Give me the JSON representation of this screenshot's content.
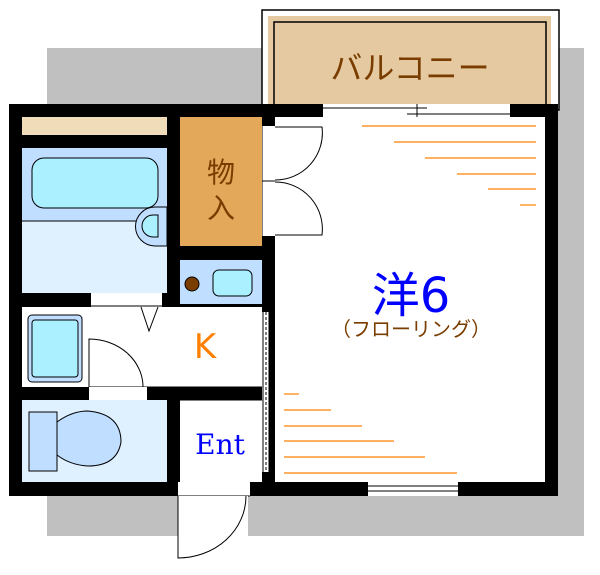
{
  "rooms": {
    "balcony": "バルコニー",
    "storage": [
      "物",
      "入"
    ],
    "kitchen": "K",
    "entrance": "Ent",
    "western_room": "洋6",
    "flooring": "（フローリング）"
  },
  "colors": {
    "wall": "#000000",
    "shadow": "#c0c0c0",
    "balcony": "#e5c9a0",
    "storage": "#e3a85a",
    "water_light": "#dff0ff",
    "water_mid": "#c0deff",
    "fixture": "#aaf0ff",
    "accent_orange": "#ff8000",
    "text_blue": "#0000ff",
    "text_brown": "#7a3d00"
  }
}
